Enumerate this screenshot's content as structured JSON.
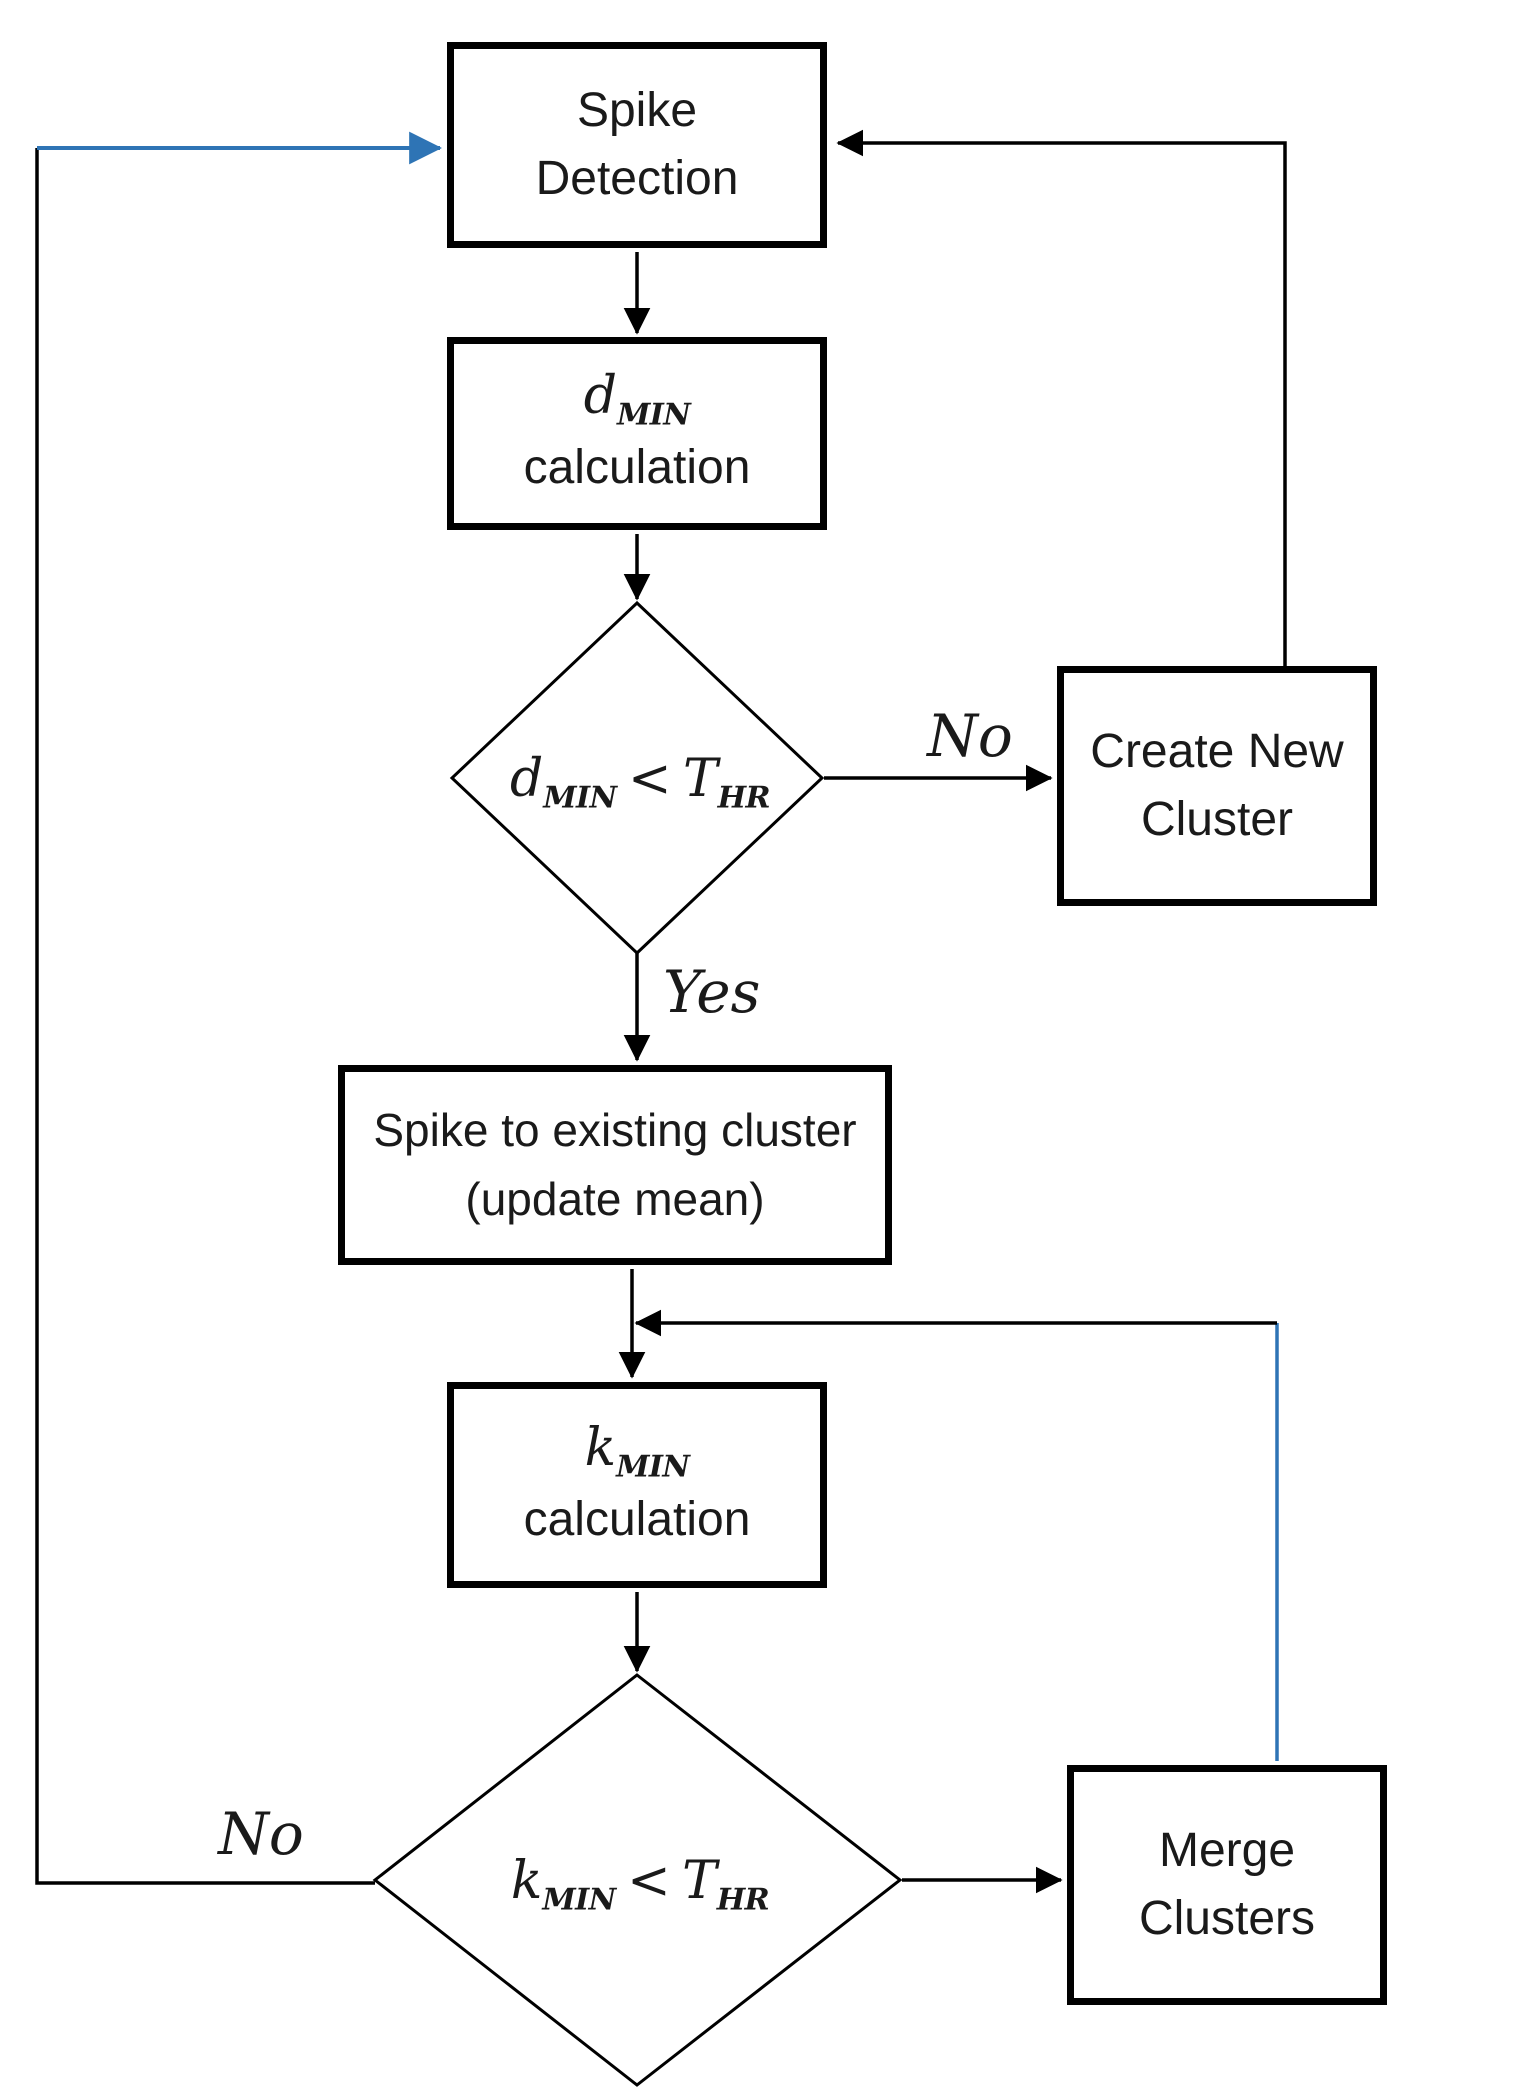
{
  "flowchart": {
    "nodes": {
      "spike_detection": {
        "line1": "Spike",
        "line2": "Detection"
      },
      "dmin_calculation": {
        "var": "d",
        "var_sub": "MIN",
        "line2": "calculation"
      },
      "decision_dmin": {
        "lhs": "d",
        "lhs_sub": "MIN",
        "op": "<",
        "rhs": "T",
        "rhs_sub": "HR"
      },
      "create_new_cluster": {
        "line1": "Create New",
        "line2": "Cluster"
      },
      "spike_to_existing": {
        "line1": "Spike to existing cluster",
        "line2": "(update mean)"
      },
      "kmin_calculation": {
        "var": "k",
        "var_sub": "MIN",
        "line2": "calculation"
      },
      "decision_kmin": {
        "lhs": "k",
        "lhs_sub": "MIN",
        "op": "<",
        "rhs": "T",
        "rhs_sub": "HR"
      },
      "merge_clusters": {
        "line1": "Merge",
        "line2": "Clusters"
      }
    },
    "edge_labels": {
      "decision1_no": "No",
      "decision1_yes": "Yes",
      "decision2_no": "No"
    },
    "colors": {
      "line_black": "#000000",
      "accent_blue": "#2E74B5"
    }
  }
}
